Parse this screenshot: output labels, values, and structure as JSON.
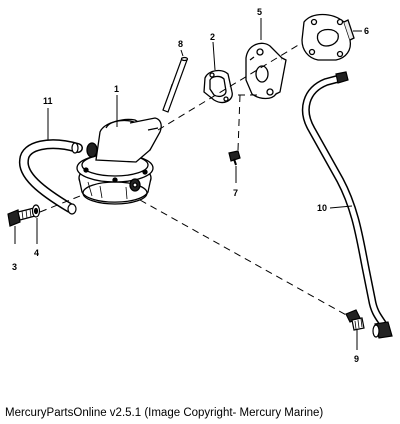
{
  "diagram": {
    "callouts": [
      {
        "id": "1",
        "label": "1"
      },
      {
        "id": "2",
        "label": "2"
      },
      {
        "id": "3",
        "label": "3"
      },
      {
        "id": "4",
        "label": "4"
      },
      {
        "id": "5",
        "label": "5"
      },
      {
        "id": "6",
        "label": "6"
      },
      {
        "id": "7",
        "label": "7"
      },
      {
        "id": "8",
        "label": "8"
      },
      {
        "id": "9",
        "label": "9"
      },
      {
        "id": "10",
        "label": "10"
      },
      {
        "id": "11",
        "label": "11"
      }
    ]
  },
  "footer": {
    "caption": "MercuryPartsOnline v2.5.1 (Image Copyright- Mercury Marine)"
  }
}
